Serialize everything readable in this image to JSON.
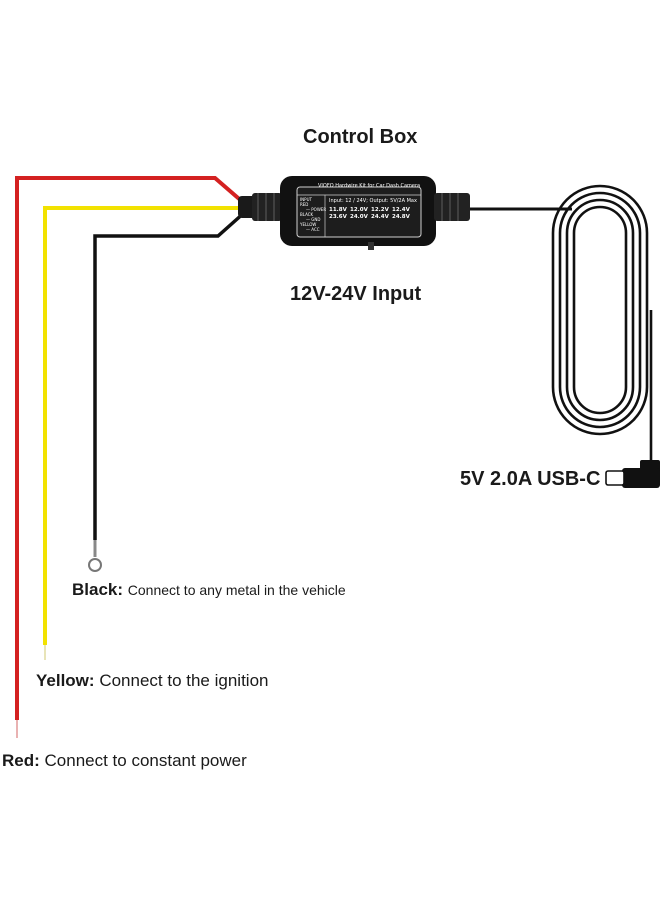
{
  "title": "Control Box",
  "input_label": "12V-24V Input",
  "output_label": "5V 2.0A USB-C",
  "box": {
    "header": "VIOFO Hardwire Kit for Car Dash Camera",
    "spec": "Input: 12 / 24V; Output: 5V/2A Max",
    "legend": [
      "INPUT",
      "RED",
      "— POWER",
      "BLACK",
      "— GND",
      "YELLOW",
      "— ACC"
    ],
    "table_top": [
      "11.8V",
      "12.0V",
      "12.2V",
      "12.4V"
    ],
    "table_bottom": [
      "23.6V",
      "24.0V",
      "24.4V",
      "24.8V"
    ]
  },
  "wires": [
    {
      "name": "Black:",
      "desc": "Connect to any metal in the vehicle",
      "color": "#111111"
    },
    {
      "name": "Yellow:",
      "desc": "Connect to the ignition",
      "color": "#f2e200"
    },
    {
      "name": "Red:",
      "desc": "Connect to constant power",
      "color": "#d42121"
    }
  ]
}
